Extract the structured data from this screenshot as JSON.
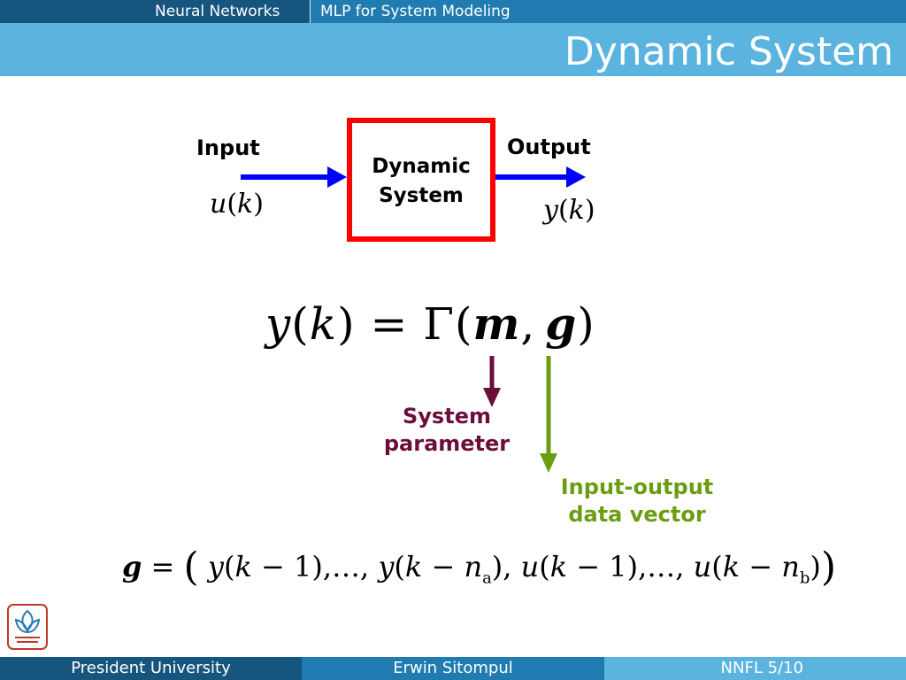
{
  "header": {
    "breadcrumb": [
      "Neural Networks",
      "MLP for System Modeling"
    ],
    "title": "Dynamic System"
  },
  "diagram": {
    "input_label": "Input",
    "output_label": "Output",
    "box_line1": "Dynamic",
    "box_line2": "System",
    "input_symbol": "u(k)",
    "output_symbol": "y(k)"
  },
  "equation": {
    "main": "y(k) = Γ(m, g)",
    "system_parameter_line1": "System",
    "system_parameter_line2": "parameter",
    "io_vector_line1": "Input-output",
    "io_vector_line2": "data vector",
    "g_definition": "g = ( y(k−1),…, y(k−n_a), u(k−1),…, u(k−n_b) )"
  },
  "footer": {
    "left": "President University",
    "center": "Erwin Sitompul",
    "right": "NNFL 5/10"
  },
  "colors": {
    "header_dark": "#16557e",
    "header_mid": "#1f7bb0",
    "header_light": "#5bb3e0",
    "arrow_blue": "#0000ff",
    "box_red": "#ff0000",
    "param_maroon": "#6b0f3a",
    "vector_green": "#6a9d12"
  }
}
